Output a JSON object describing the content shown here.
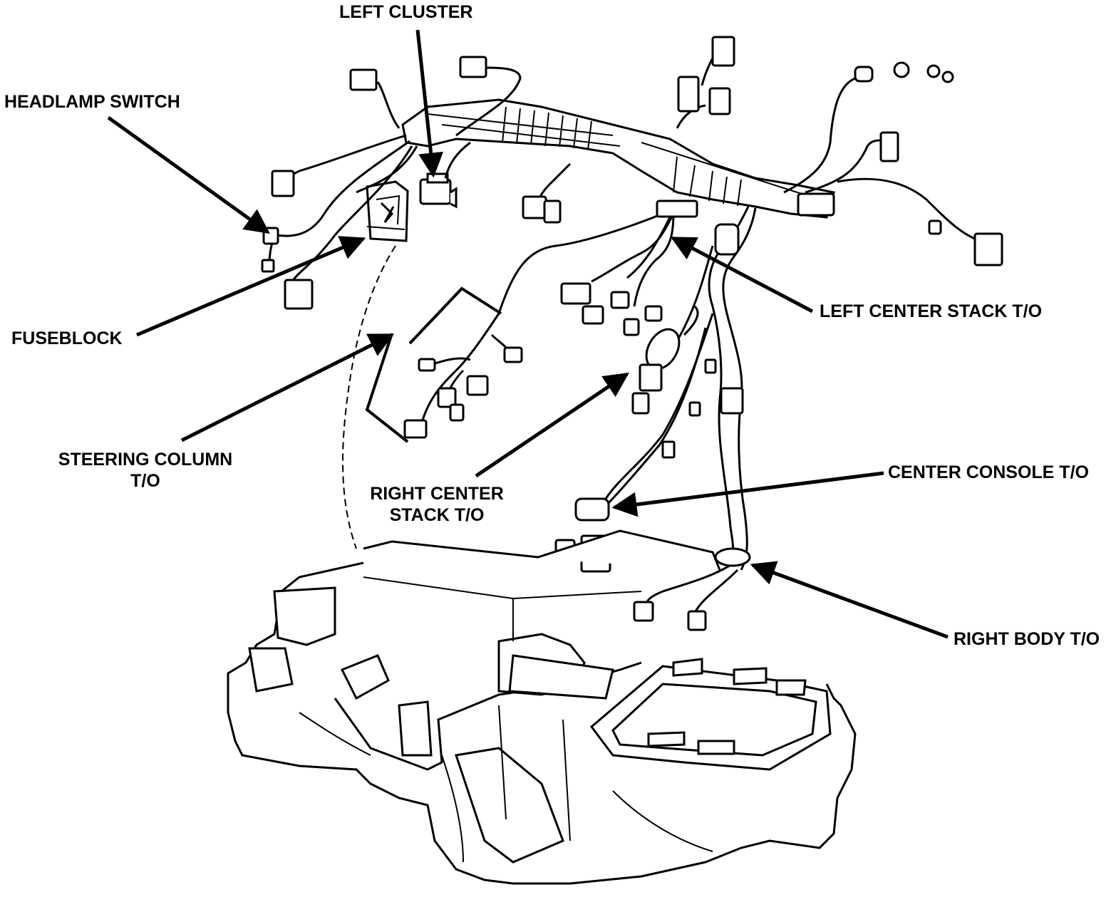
{
  "labels": {
    "left_cluster": "LEFT CLUSTER",
    "headlamp_switch": "HEADLAMP SWITCH",
    "fuseblock": "FUSEBLOCK",
    "left_center_stack": "LEFT CENTER STACK T/O",
    "steering_column_line1": "STEERING COLUMN",
    "steering_column_line2": "T/O",
    "right_center_stack_line1": "RIGHT CENTER",
    "right_center_stack_line2": "STACK T/O",
    "center_console": "CENTER CONSOLE T/O",
    "right_body": "RIGHT BODY T/O"
  },
  "colors": {
    "ink": "#000000",
    "paper": "#ffffff"
  }
}
